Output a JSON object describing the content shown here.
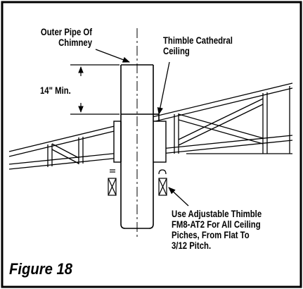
{
  "labels": {
    "outer_pipe_line1": "Outer Pipe Of",
    "outer_pipe_line2": "Chimney",
    "thimble_line1": "Thimble Cathedral",
    "thimble_line2": "Ceiling",
    "min_height": "14\" Min.",
    "note_line1": "Use Adjustable Thimble",
    "note_line2": "FM8-AT2 For All Ceiling",
    "note_line3": "Piches, From Flat To",
    "note_line4": "3/12 Pitch."
  },
  "caption": "Figure 18"
}
